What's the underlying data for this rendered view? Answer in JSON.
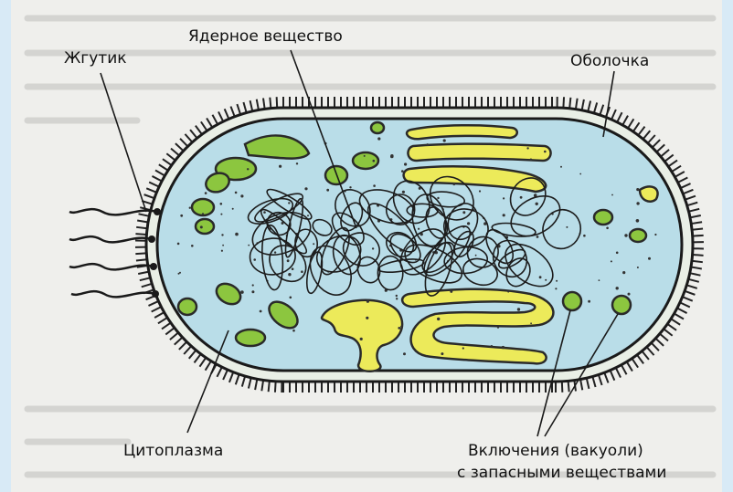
{
  "labels": {
    "flagellum": "Жгутик",
    "nuclear_matter": "Ядерное вещество",
    "membrane": "Оболочка",
    "cytoplasm": "Цитоплазма",
    "inclusions_line1": "Включения (вакуоли)",
    "inclusions_line2": "с запасными веществами"
  },
  "colors": {
    "background": "#d8eaf6",
    "page": "#f0f0ee",
    "cytoplasm": "#b7dde8",
    "green_inclusion": "#8cc63f",
    "yellow_inclusion": "#ecea5a",
    "outline": "#1a1a1a"
  }
}
